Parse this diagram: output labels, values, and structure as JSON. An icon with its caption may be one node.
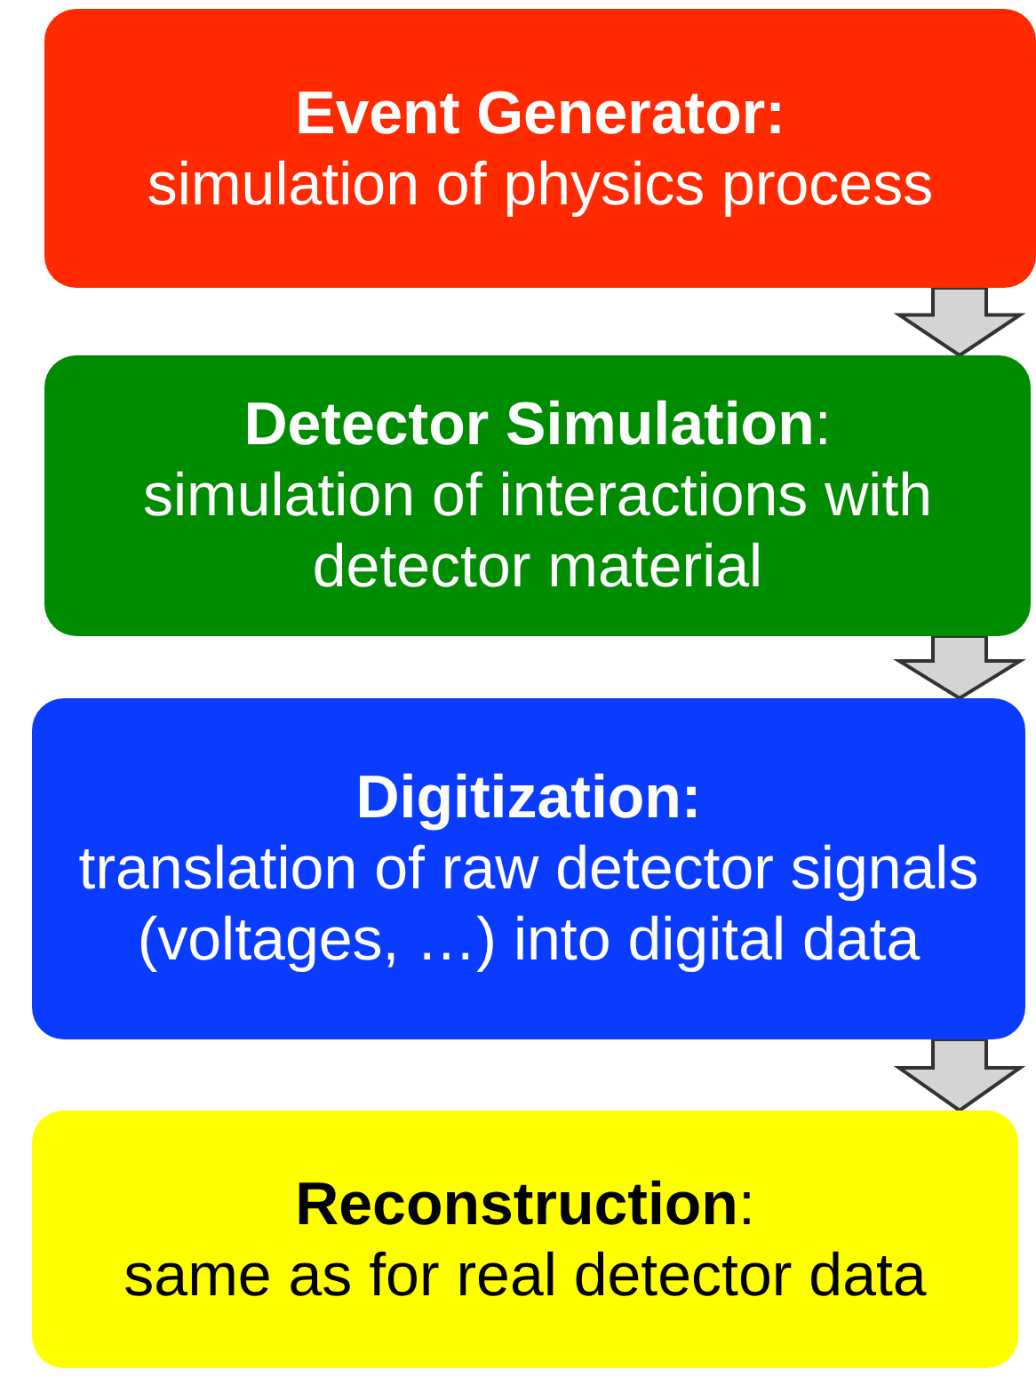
{
  "diagram": {
    "nodes": [
      {
        "text": [
          "**Event Generator:**",
          "simulation of physics process"
        ]
      },
      {
        "text": [
          "**Detector Simulation**:",
          "simulation of interactions with detector material"
        ]
      },
      {
        "text": [
          "**Digitization:**",
          "translation of raw detector signals (voltages, …) into digital data"
        ]
      },
      {
        "text": [
          "**Reconstruction**:",
          "same as for real detector data"
        ]
      }
    ],
    "edges": [
      {
        "from": 0,
        "to": 1,
        "arrow": "to"
      },
      {
        "from": 1,
        "to": 2,
        "arrow": "to"
      },
      {
        "from": 2,
        "to": 3,
        "arrow": "to"
      }
    ]
  }
}
